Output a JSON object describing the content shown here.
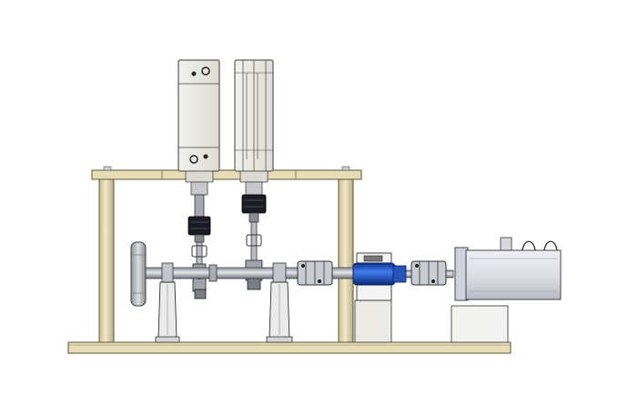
{
  "drawing": {
    "colors": {
      "background": "#ffffff",
      "frame": "#e6dcb6",
      "frame_edge": "#5e5638",
      "body_light": "#ecebe6",
      "steel": "#b9bcc3",
      "steel_dark": "#4a4d55",
      "sensor_blue": "#1f57c9",
      "motor_body": "#d9dbe3",
      "chuck_black": "#1b1c22"
    },
    "components": [
      "base-plate",
      "frame-columns",
      "top-plate",
      "motor-unit-left",
      "motor-unit-right",
      "crank-linkages",
      "main-shaft",
      "handwheel",
      "shaft-supports",
      "flexible-couplings",
      "torque-sensor",
      "servo-motor"
    ]
  }
}
